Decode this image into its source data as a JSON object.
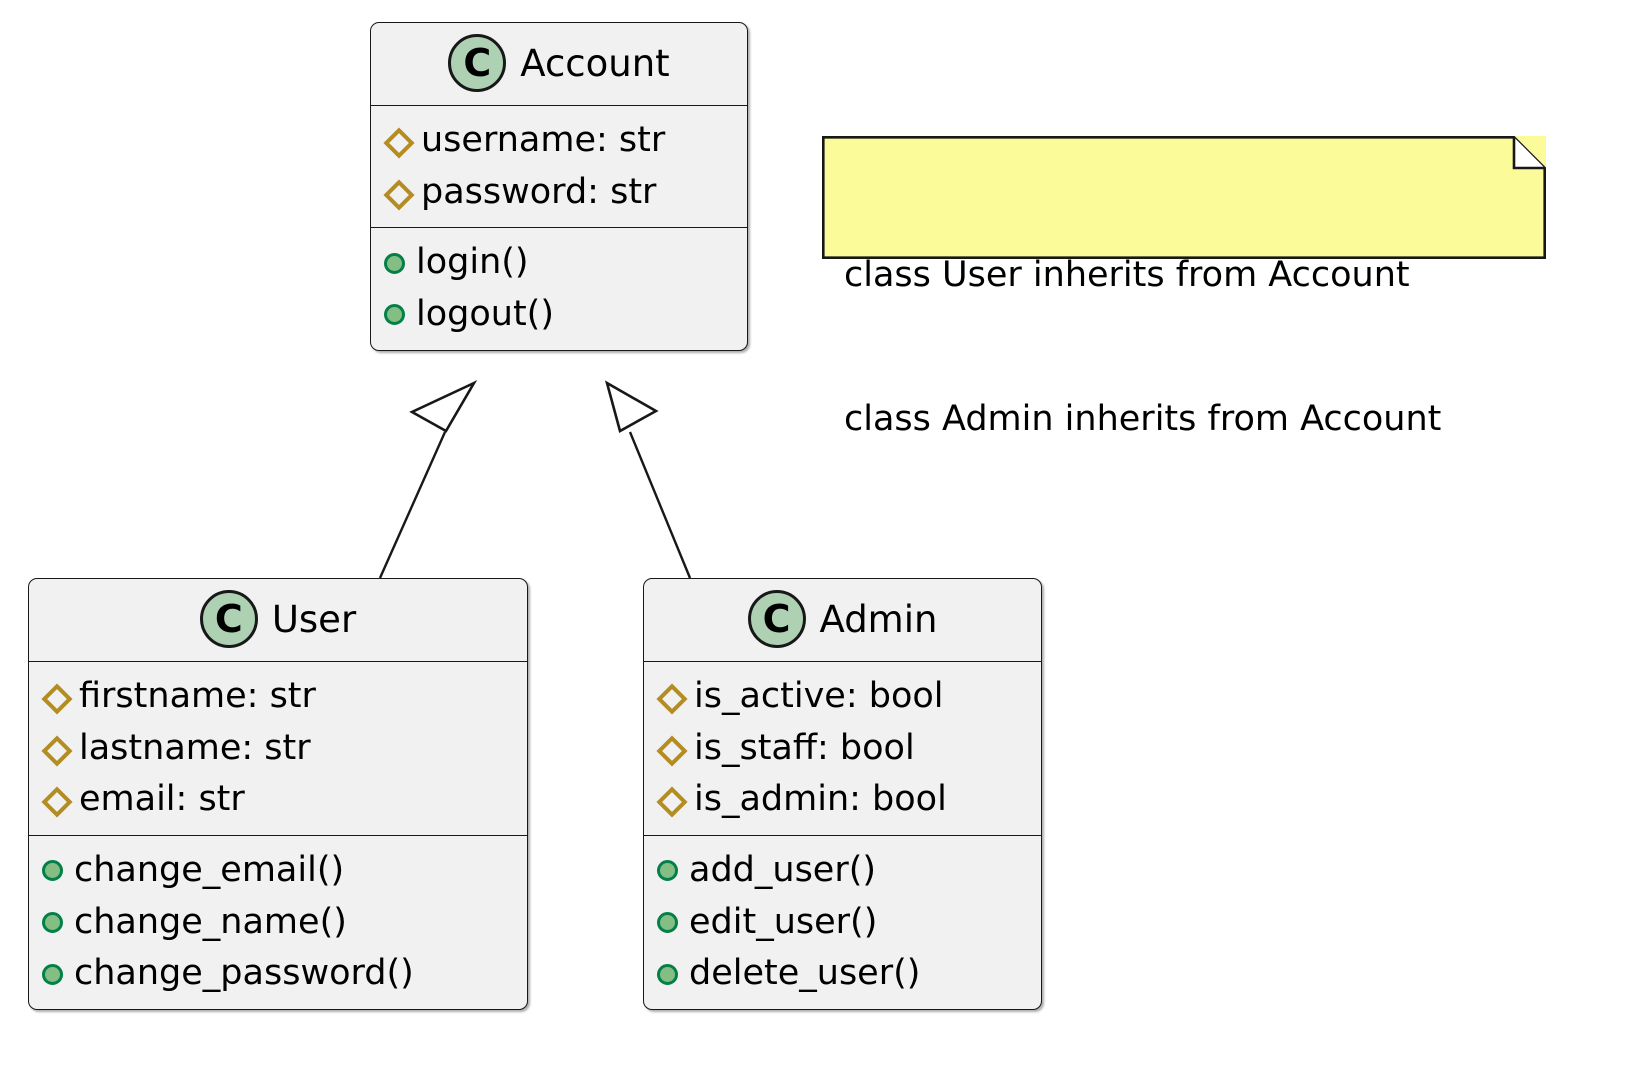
{
  "diagram": {
    "type": "uml-class-diagram",
    "background_color": "#FFFFFF",
    "box_fill": "#F1F1F1",
    "box_border": "#181818",
    "class_icon_color": "#ADD1B2",
    "attribute_icon_color": "#B38D22",
    "method_icon_color": "#84BE84",
    "method_icon_border": "#038048",
    "note_fill": "#FBFB99",
    "note_border": "#181818"
  },
  "classes": [
    {
      "id": "account",
      "name": "Account",
      "stereotype_letter": "C",
      "attributes": [
        {
          "icon": "diamond-icon",
          "text": "username: str"
        },
        {
          "icon": "diamond-icon",
          "text": "password: str"
        }
      ],
      "methods": [
        {
          "icon": "method-dot-icon",
          "text": "login()"
        },
        {
          "icon": "method-dot-icon",
          "text": "logout()"
        }
      ]
    },
    {
      "id": "user",
      "name": "User",
      "stereotype_letter": "C",
      "attributes": [
        {
          "icon": "diamond-icon",
          "text": "firstname: str"
        },
        {
          "icon": "diamond-icon",
          "text": "lastname: str"
        },
        {
          "icon": "diamond-icon",
          "text": "email: str"
        }
      ],
      "methods": [
        {
          "icon": "method-dot-icon",
          "text": "change_email()"
        },
        {
          "icon": "method-dot-icon",
          "text": "change_name()"
        },
        {
          "icon": "method-dot-icon",
          "text": "change_password()"
        }
      ]
    },
    {
      "id": "admin",
      "name": "Admin",
      "stereotype_letter": "C",
      "attributes": [
        {
          "icon": "diamond-icon",
          "text": "is_active: bool"
        },
        {
          "icon": "diamond-icon",
          "text": "is_staff: bool"
        },
        {
          "icon": "diamond-icon",
          "text": "is_admin: bool"
        }
      ],
      "methods": [
        {
          "icon": "method-dot-icon",
          "text": "add_user()"
        },
        {
          "icon": "method-dot-icon",
          "text": "edit_user()"
        },
        {
          "icon": "method-dot-icon",
          "text": "delete_user()"
        }
      ]
    }
  ],
  "note": {
    "id": "inheritance-note",
    "lines": [
      "class User inherits from Account",
      "class Admin inherits from Account"
    ]
  },
  "relationships": [
    {
      "id": "user-extends-account",
      "type": "generalization",
      "from": "User",
      "to": "Account",
      "arrow": "hollow-triangle"
    },
    {
      "id": "admin-extends-account",
      "type": "generalization",
      "from": "Admin",
      "to": "Account",
      "arrow": "hollow-triangle"
    }
  ]
}
